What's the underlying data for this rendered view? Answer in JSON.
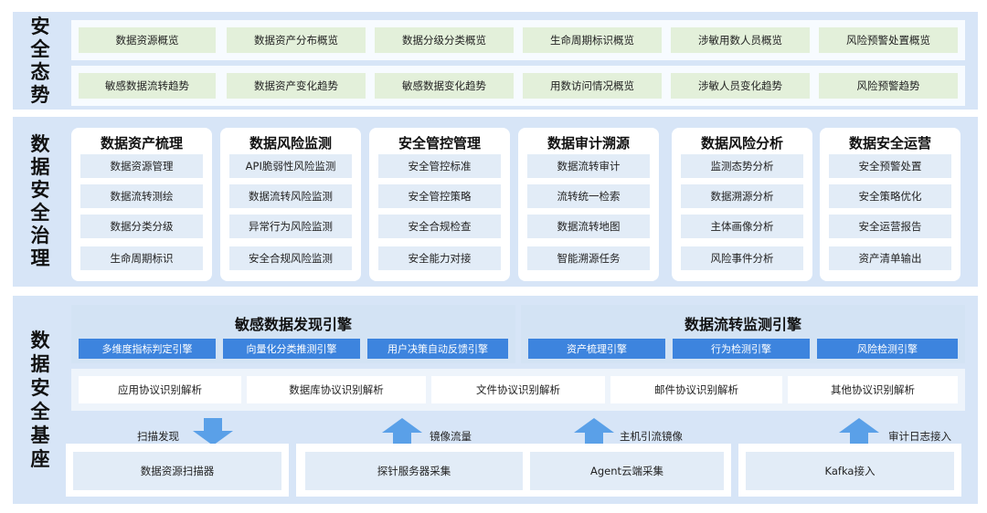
{
  "security_posture": {
    "label_chars": [
      "安",
      "全",
      "态",
      "势"
    ],
    "row1": [
      "数据资源概览",
      "数据资产分布概览",
      "数据分级分类概览",
      "生命周期标识概览",
      "涉敏用数人员概览",
      "风险预警处置概览"
    ],
    "row2": [
      "敏感数据流转趋势",
      "数据资产变化趋势",
      "敏感数据变化趋势",
      "用数访问情况概览",
      "涉敏人员变化趋势",
      "风险预警趋势"
    ]
  },
  "governance": {
    "label_chars": [
      "数",
      "据",
      "安",
      "全",
      "治",
      "理"
    ],
    "cards": [
      {
        "title": "数据资产梳理",
        "items": [
          "数据资源管理",
          "数据流转测绘",
          "数据分类分级",
          "生命周期标识"
        ]
      },
      {
        "title": "数据风险监测",
        "items": [
          "API脆弱性风险监测",
          "数据流转风险监测",
          "异常行为风险监测",
          "安全合规风险监测"
        ]
      },
      {
        "title": "安全管控管理",
        "items": [
          "安全管控标准",
          "安全管控策略",
          "安全合规检查",
          "安全能力对接"
        ]
      },
      {
        "title": "数据审计溯源",
        "items": [
          "数据流转审计",
          "流转统一检索",
          "数据流转地图",
          "智能溯源任务"
        ]
      },
      {
        "title": "数据风险分析",
        "items": [
          "监测态势分析",
          "数据溯源分析",
          "主体画像分析",
          "风险事件分析"
        ]
      },
      {
        "title": "数据安全运营",
        "items": [
          "安全预警处置",
          "安全策略优化",
          "安全运营报告",
          "资产清单输出"
        ]
      }
    ]
  },
  "foundation": {
    "label_chars": [
      "数",
      "据",
      "安",
      "全",
      "基",
      "座"
    ],
    "engines": [
      {
        "title": "敏感数据发现引擎",
        "items": [
          "多维度指标判定引擎",
          "向量化分类推测引擎",
          "用户决策自动反馈引擎"
        ]
      },
      {
        "title": "数据流转监测引擎",
        "items": [
          "资产梳理引擎",
          "行为检测引擎",
          "风险检测引擎"
        ]
      }
    ],
    "protocols": [
      "应用协议识别解析",
      "数据库协议识别解析",
      "文件协议识别解析",
      "邮件协议识别解析",
      "其他协议识别解析"
    ],
    "flows": [
      "扫描发现",
      "镜像流量",
      "主机引流镜像",
      "审计日志接入"
    ],
    "sources": [
      "数据资源扫描器",
      "探针服务器采集",
      "Agent云端采集",
      "Kafka接入"
    ]
  },
  "colors": {
    "band": "#d7e5f7",
    "green": "#e3f0da",
    "item": "#e2ecf7",
    "engine_blue": "#3d84de",
    "arrow": "#5aa0e8"
  }
}
